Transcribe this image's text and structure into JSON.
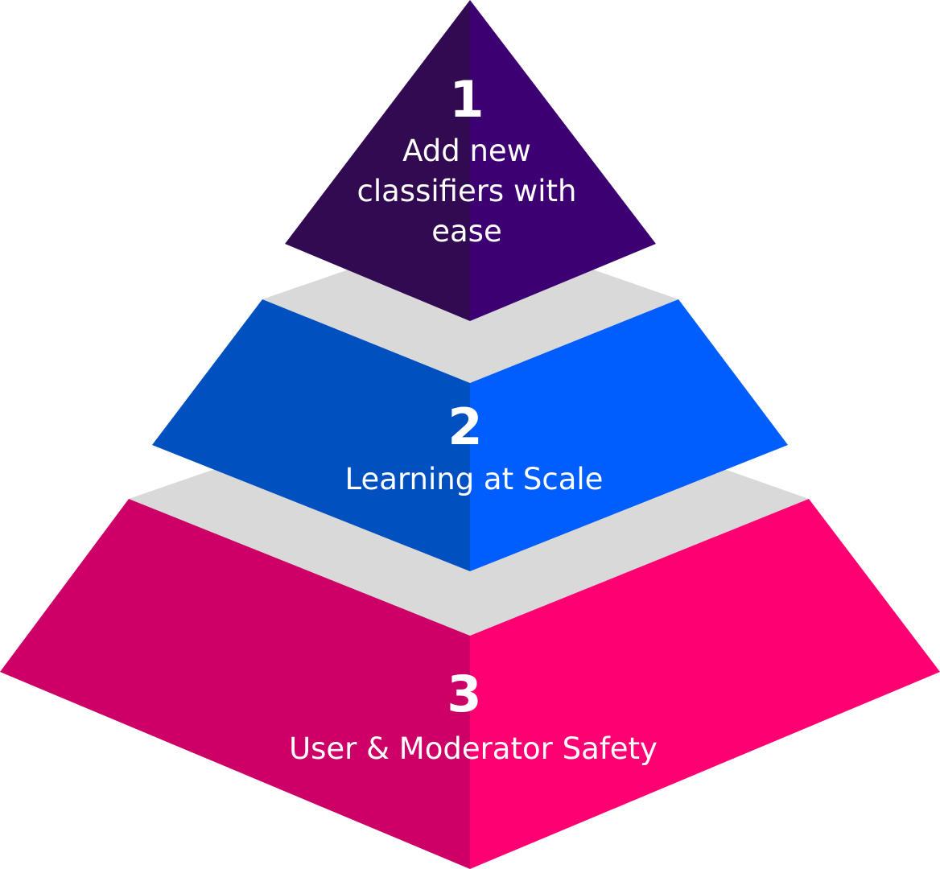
{
  "diagram": {
    "type": "pyramid",
    "tiers": [
      {
        "number": "1",
        "label_lines": [
          "Add new",
          "classifiers with",
          "ease"
        ],
        "color_left": "#310A52",
        "color_right": "#3D0072"
      },
      {
        "number": "2",
        "label_lines": [
          "Learning at Scale"
        ],
        "color_left": "#0050C0",
        "color_right": "#005EFF"
      },
      {
        "number": "3",
        "label_lines": [
          "User & Moderator Safety"
        ],
        "color_left": "#CC0066",
        "color_right": "#FF0073"
      }
    ],
    "shadow_color": "#D9D9D9"
  }
}
